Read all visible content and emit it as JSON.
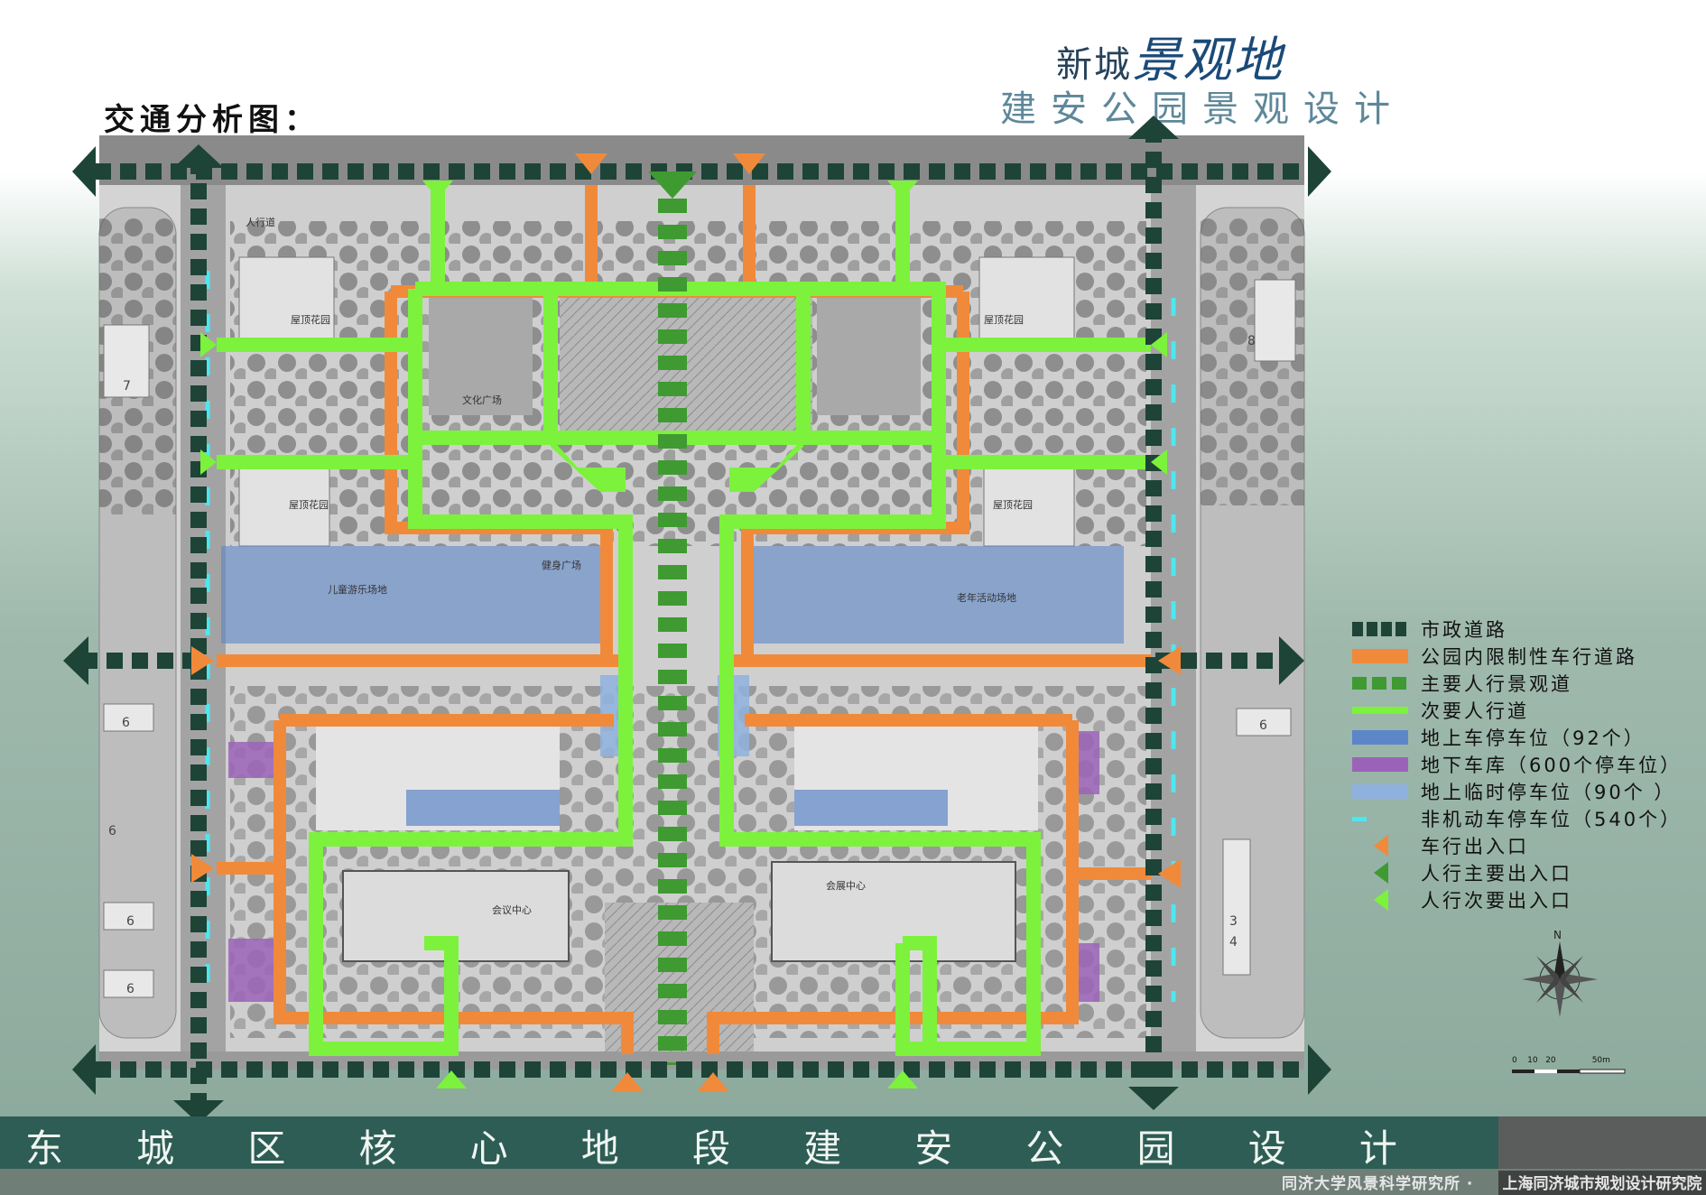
{
  "header": {
    "brand_prefix": "新城",
    "brand_highlight": "景观地",
    "project_subtitle": "建安公园景观设计",
    "section_title": "交通分析图："
  },
  "legend": [
    {
      "label": "市政道路",
      "color": "#1d4437",
      "style": "dark-dashed"
    },
    {
      "label": "公园内限制性车行道路",
      "color": "#f08a3a",
      "style": "solid"
    },
    {
      "label": "主要人行景观道",
      "color": "#3f9a32",
      "style": "green-dashed"
    },
    {
      "label": "次要人行道",
      "color": "#7cf23c",
      "style": "solid"
    },
    {
      "label": "地上车停车位（92个）",
      "color": "#5c86c8",
      "style": "solid"
    },
    {
      "label": "地下车库（600个停车位）",
      "color": "#9b63b8",
      "style": "solid"
    },
    {
      "label": "地上临时停车位（90个 ）",
      "color": "#8fb1de",
      "style": "solid"
    },
    {
      "label": "非机动车停车位（540个）",
      "color": "#4fe6ee",
      "style": "cyan-dash"
    },
    {
      "label": "车行出入口",
      "color": "#f08a3a",
      "style": "triangle"
    },
    {
      "label": "人行主要出入口",
      "color": "#3f9a32",
      "style": "triangle"
    },
    {
      "label": "人行次要出入口",
      "color": "#7cf23c",
      "style": "triangle"
    }
  ],
  "plan_labels": {
    "sidewalk": "人行道",
    "roof_garden_1": "屋顶花园",
    "roof_garden_2": "屋顶花园",
    "roof_garden_3": "屋顶花园",
    "roof_garden_4": "屋顶花园",
    "culture_plaza": "文化广场",
    "children_area": "儿童游乐场地",
    "fitness_area": "健身广场",
    "elder_area": "老年活动场地",
    "conference_center_1": "会议中心",
    "conference_center_2": "会展中心",
    "building_6a": "6",
    "building_6b": "6",
    "building_6c": "6",
    "building_6d": "6",
    "building_6e": "6",
    "building_8": "8",
    "building_7": "7",
    "building_3": "3",
    "building_4": "4"
  },
  "compass_label": "N",
  "scale_bar": "0    10   20              50m",
  "footer": {
    "title_chars": [
      "东",
      "城",
      "区",
      "核",
      "心",
      "地",
      "段",
      "建",
      "安",
      "公",
      "园",
      "设",
      "计"
    ],
    "credit_left": "同济大学风景科学研究所 ·",
    "credit_right": "上海同济城市规划设计研究院"
  }
}
